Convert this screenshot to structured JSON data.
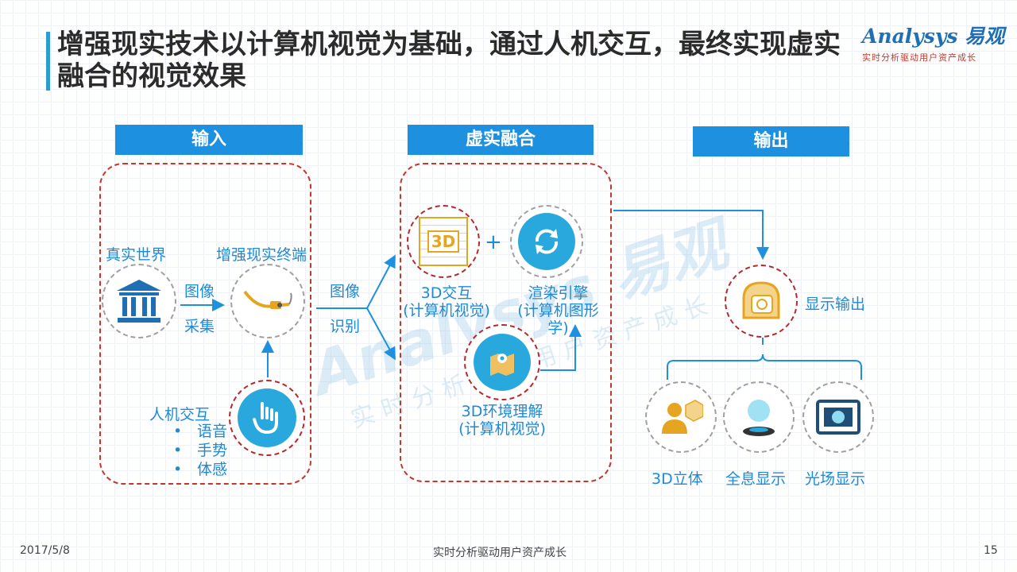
{
  "title": "增强现实技术以计算机视觉为基础，通过人机交互，最终实现虚实融合的视觉效果",
  "logo": {
    "main": "Analysys 易观",
    "sub": "实时分析驱动用户资产成长"
  },
  "watermark": {
    "main": "Analysys 易观",
    "sub": "实时分析驱动用户资产成长"
  },
  "sections": {
    "input": {
      "header": "输入",
      "real_world": "真实世界",
      "ar_terminal": "增强现实终端",
      "arrow_top": "图像",
      "arrow_bottom": "采集",
      "hci_title": "人机交互",
      "hci_items": [
        "语音",
        "手势",
        "体感"
      ]
    },
    "fusion": {
      "header": "虚实融合",
      "between_top": "图像",
      "between_bottom": "识别",
      "plus": "+",
      "interaction_3d": "3D交互",
      "interaction_3d_sub": "(计算机视觉)",
      "rendering": "渲染引擎",
      "rendering_sub": "(计算机图形学)",
      "env_3d": "3D环境理解",
      "env_3d_sub": "(计算机视觉)",
      "icon_3d_text": "3D"
    },
    "output": {
      "header": "输出",
      "display": "显示输出",
      "items": [
        "3D立体",
        "全息显示",
        "光场显示"
      ]
    }
  },
  "footer": {
    "date": "2017/5/8",
    "center": "实时分析驱动用户资产成长",
    "page": "15"
  },
  "colors": {
    "accent": "#1e90e0",
    "dashed_red": "#b5282b",
    "text_blue": "#1e8ad6"
  }
}
